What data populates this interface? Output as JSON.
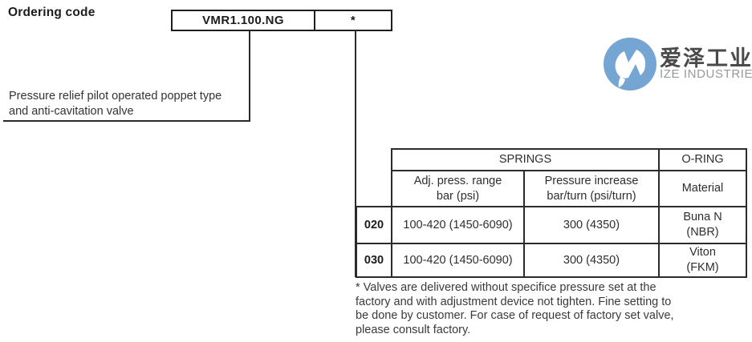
{
  "page": {
    "title": "Ordering code"
  },
  "ordering": {
    "model_code": "VMR1.100.NG",
    "variant_code": "*",
    "description_lines": [
      "Pressure relief pilot operated poppet type",
      "and anti-cavitation valve"
    ]
  },
  "logo": {
    "brand_cn": "爱泽工业",
    "brand_en": "IZE INDUSTRIES",
    "circle_color": "#74a5d3"
  },
  "table": {
    "group_headers": [
      {
        "label": "SPRINGS",
        "colspan": 2
      },
      {
        "label": "O-RING",
        "colspan": 1
      }
    ],
    "column_headers": [
      {
        "lines": [
          "Adj. press. range",
          "bar (psi)"
        ]
      },
      {
        "lines": [
          "Pressure increase",
          "bar/turn (psi/turn)"
        ]
      },
      {
        "lines": [
          "Material"
        ]
      }
    ],
    "rows": [
      {
        "code": "020",
        "adj_press_range": "100-420 (1450-6090)",
        "pressure_increase": "300 (4350)",
        "material_lines": [
          "Buna N",
          "(NBR)"
        ]
      },
      {
        "code": "030",
        "adj_press_range": "100-420 (1450-6090)",
        "pressure_increase": "300 (4350)",
        "material_lines": [
          "Viton",
          "(FKM)"
        ]
      }
    ]
  },
  "footnote": {
    "lines": [
      "* Valves are delivered without specifice pressure set at the",
      "factory and with adjustment device not tighten. Fine setting to",
      "be done by customer. For case of request of factory set valve,",
      "please consult factory."
    ]
  }
}
